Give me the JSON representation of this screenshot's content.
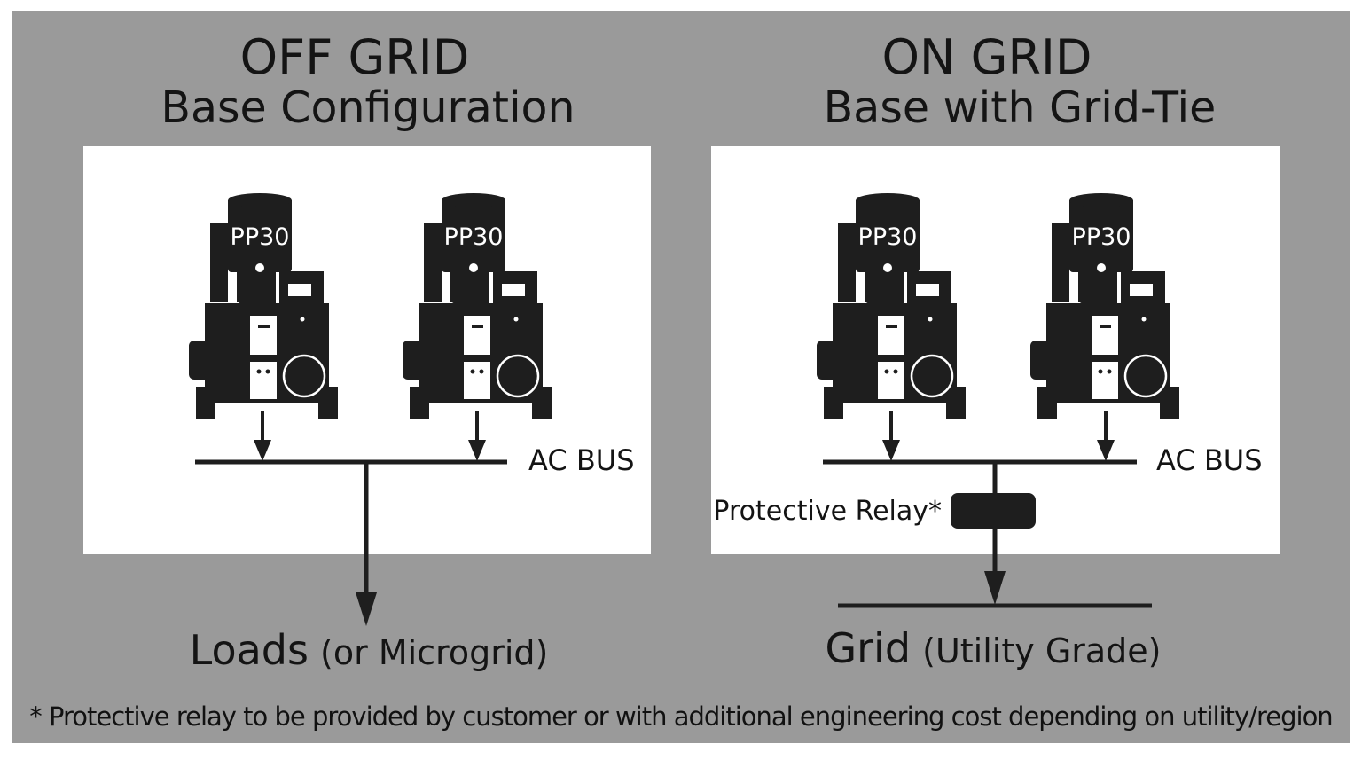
{
  "off_grid": {
    "title": "OFF GRID",
    "subtitle": "Base Configuration",
    "unit_labels": [
      "PP30",
      "PP30"
    ],
    "bus_label": "AC BUS",
    "output_main": "Loads",
    "output_note": "(or Microgrid)"
  },
  "on_grid": {
    "title": "ON GRID",
    "subtitle": "Base with Grid-Tie",
    "unit_labels": [
      "PP30",
      "PP30"
    ],
    "bus_label": "AC BUS",
    "relay_label": "Protective Relay*",
    "output_main": "Grid",
    "output_note": "(Utility Grade)"
  },
  "footnote": "* Protective relay to be provided by customer or with additional engineering cost depending on utility/region",
  "colors": {
    "background": "#9a9a9a",
    "panel": "#ffffff",
    "machine": "#1e1e1e",
    "text": "#141414"
  }
}
